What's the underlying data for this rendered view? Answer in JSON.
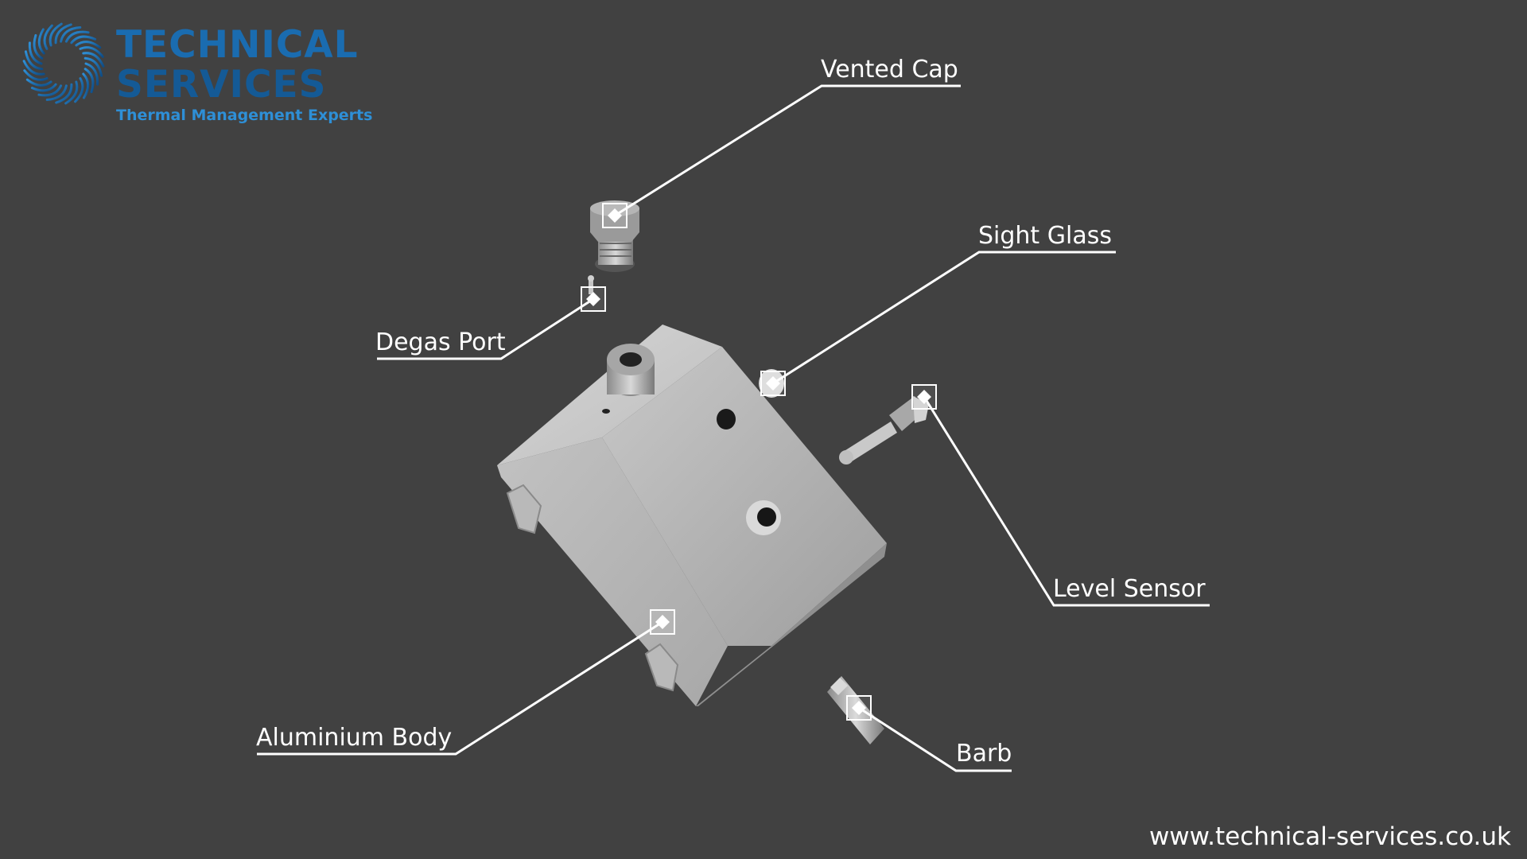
{
  "brand": {
    "line1": "TECHNICAL",
    "line2": "SERVICES",
    "tagline": "Thermal Management Experts",
    "colors": {
      "primary": "#1a6cb0",
      "dark": "#145a96",
      "accent": "#2e8fd6"
    },
    "logo_icon": "swirl-ring-icon"
  },
  "callouts": {
    "vented_cap": "Vented Cap",
    "sight_glass": "Sight Glass",
    "degas_port": "Degas Port",
    "level_sensor": "Level Sensor",
    "aluminium_body": "Aluminium Body",
    "barb": "Barb"
  },
  "marker_icon": "diamond-marker-icon",
  "footer": {
    "url": "www.technical-services.co.uk"
  },
  "colors": {
    "background": "#414141",
    "lines": "#ffffff"
  }
}
